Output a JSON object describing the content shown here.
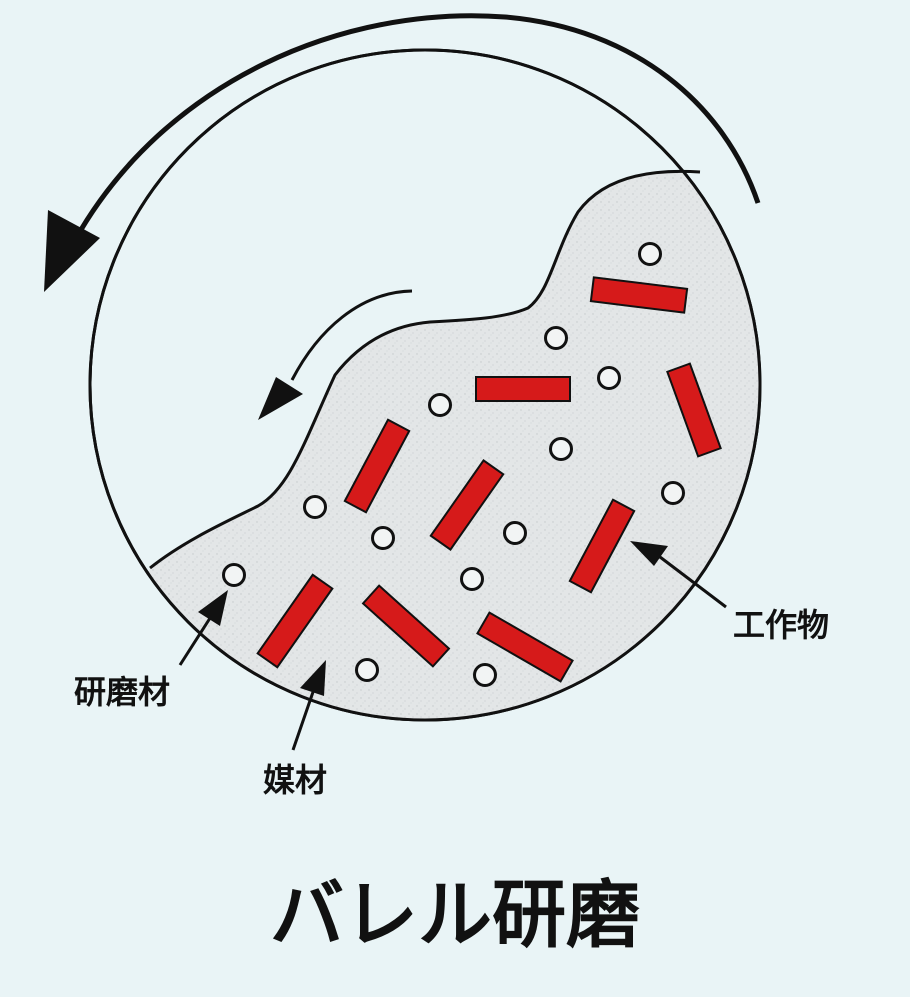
{
  "diagram": {
    "title": "バレル研磨",
    "labels": {
      "abrasive": "研磨材",
      "media": "媒材",
      "workpiece": "工作物"
    }
  },
  "colors": {
    "background": "#e9f4f6",
    "workpiece": "#d61a1a",
    "media_fill": "#e2e5e6",
    "stroke": "#111111"
  },
  "icons": {
    "rotation": "rotation-arrow-icon",
    "flow": "flow-arrow-icon",
    "pointer": "pointer-arrow-icon"
  }
}
